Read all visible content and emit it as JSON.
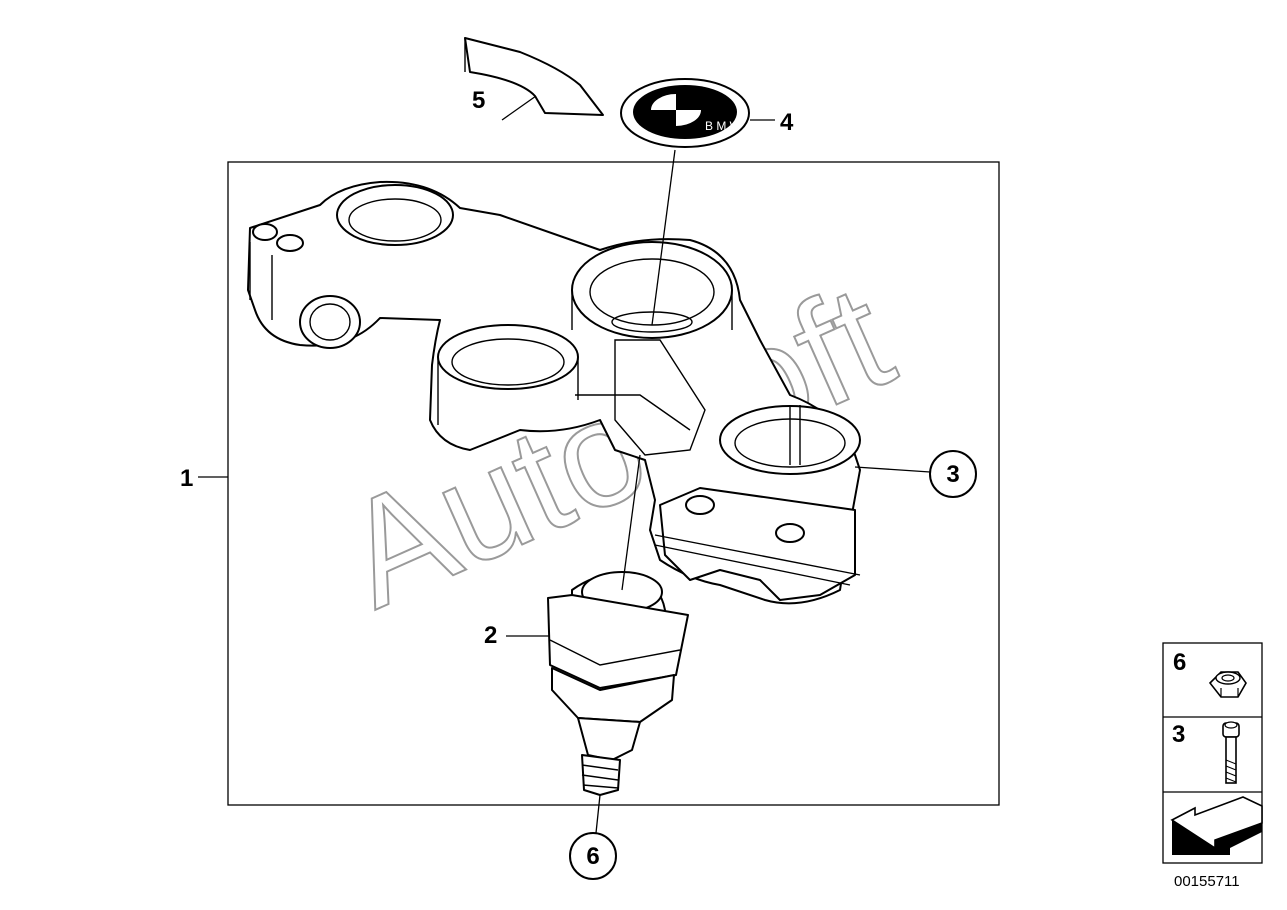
{
  "callouts": {
    "c1": "1",
    "c2": "2",
    "c3": "3",
    "c4": "4",
    "c5": "5",
    "c6": "6"
  },
  "legend": {
    "row1_number": "6",
    "row2_number": "3",
    "row1_icon": "hex-nut-icon",
    "row2_icon": "socket-bolt-icon",
    "row3_icon": "direction-arrow-icon"
  },
  "watermark": "AutoSoft",
  "emblem_letters": "B M W",
  "document_id": "00155711"
}
